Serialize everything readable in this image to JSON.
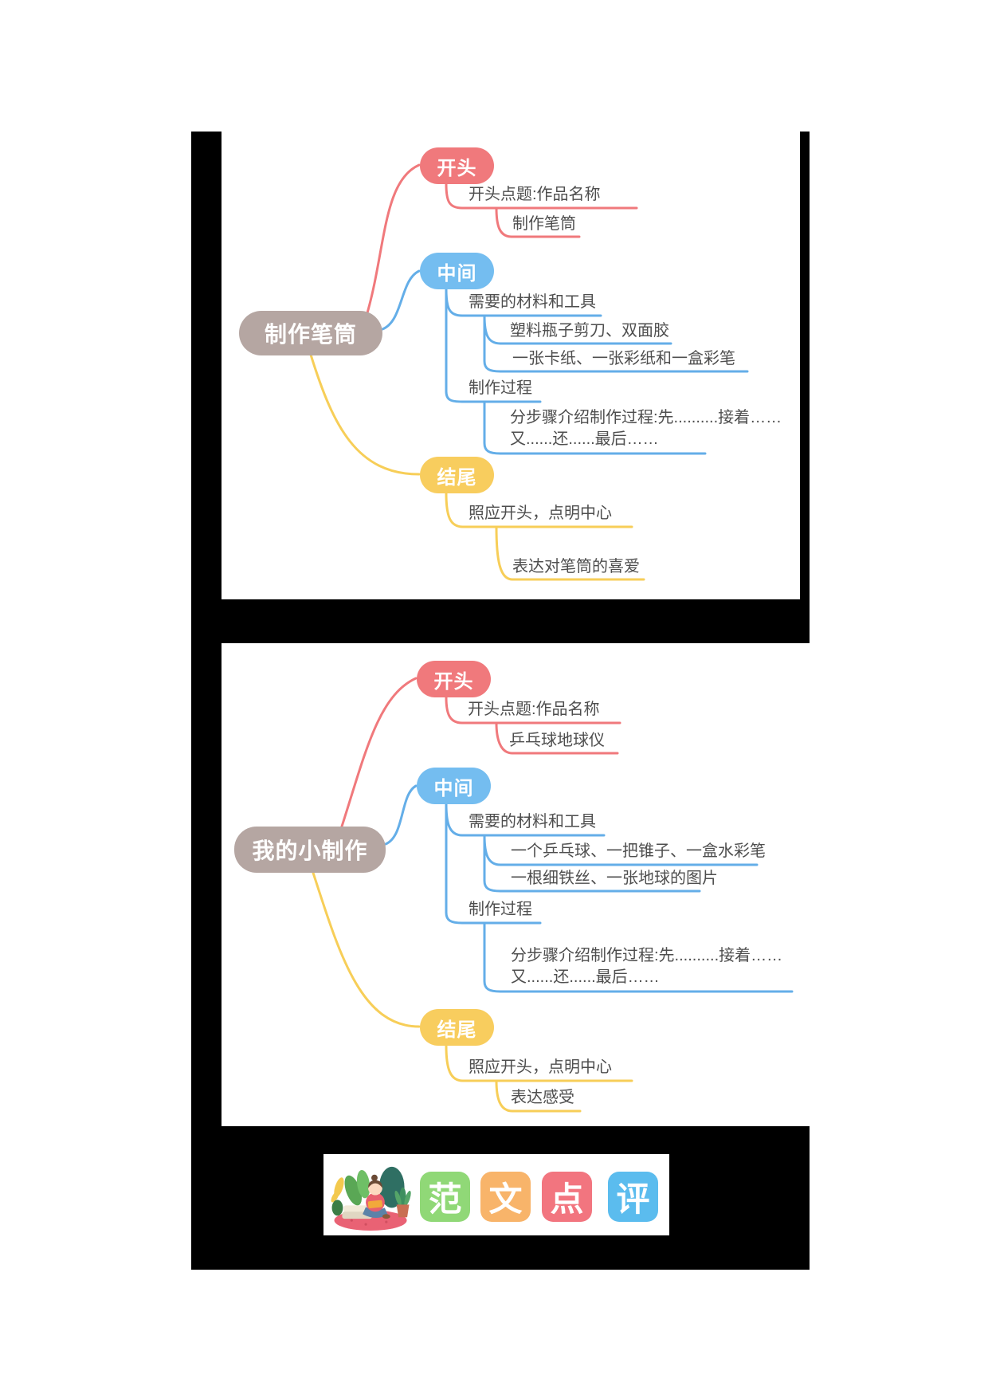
{
  "colors": {
    "frame": "#000000",
    "root_node": "#b5a6a2",
    "begin_node": "#f0797c",
    "middle_node": "#74bdf0",
    "end_node": "#f8cd5e",
    "line_red": "#f0797c",
    "line_blue": "#64aee8",
    "line_yellow": "#f7ce58",
    "leaf_text": "#4e4e4e",
    "tile_fan": "#90d877",
    "tile_wen": "#f8b46a",
    "tile_dian": "#f2757f",
    "tile_ping": "#5bbcee"
  },
  "map1": {
    "root_label": "制作笔筒",
    "begin_label": "开头",
    "begin_child1": "开头点题:作品名称",
    "begin_child1_1": "制作笔筒",
    "middle_label": "中间",
    "middle_child1": "需要的材料和工具",
    "middle_child1_1": "塑料瓶子剪刀、双面胶",
    "middle_child1_2": "一张卡纸、一张彩纸和一盒彩笔",
    "middle_child2": "制作过程",
    "middle_child2_1a": "分步骤介绍制作过程:先..........接着……",
    "middle_child2_1b": "又......还......最后……",
    "end_label": "结尾",
    "end_child1": "照应开头，点明中心",
    "end_child1_1": "表达对笔筒的喜爱"
  },
  "map2": {
    "root_label": "我的小制作",
    "begin_label": "开头",
    "begin_child1": "开头点题:作品名称",
    "begin_child1_1": "乒乓球地球仪",
    "middle_label": "中间",
    "middle_child1": "需要的材料和工具",
    "middle_child1_1": "一个乒乓球、一把锥子、一盒水彩笔",
    "middle_child1_2": "一根细铁丝、一张地球的图片",
    "middle_child2": "制作过程",
    "middle_child2_1a": "分步骤介绍制作过程:先..........接着……",
    "middle_child2_1b": "又......还......最后……",
    "end_label": "结尾",
    "end_child1": "照应开头，点明中心",
    "end_child1_1": "表达感受"
  },
  "logo": {
    "tile1": "范",
    "tile2": "文",
    "tile3": "点",
    "tile4": "评"
  }
}
